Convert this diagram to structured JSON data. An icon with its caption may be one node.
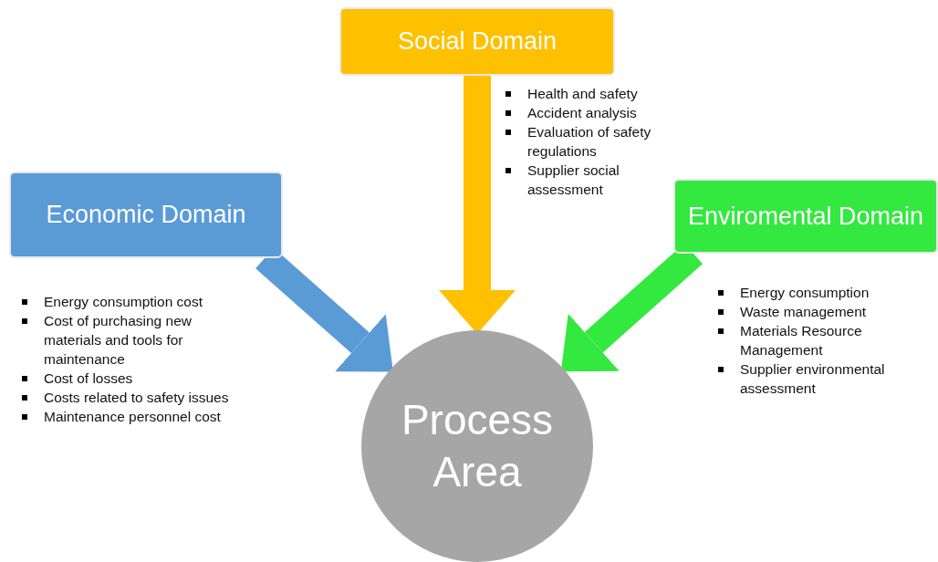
{
  "diagram": {
    "nodes": [
      {
        "text": [
          "Economic Domain"
        ],
        "beside": [
          "Energy consumption cost",
          "Cost of purchasing new materials and tools for maintenance",
          "Cost of losses",
          "Costs related to safety issues",
          "Maintenance personnel cost"
        ]
      },
      {
        "text": [
          "Social Domain"
        ],
        "beside": [
          "Health and safety",
          "Accident analysis",
          "Evaluation of safety regulations",
          "Supplier social  assessment"
        ]
      },
      {
        "text": [
          "Enviromental Domain"
        ],
        "beside": [
          "Energy consumption",
          "Waste management",
          "Materials Resource Management",
          "Supplier environmental assessment"
        ]
      },
      {
        "text": [
          "Process Area"
        ]
      }
    ],
    "edges": [
      {
        "from": 0,
        "to": 3,
        "arrow": "to",
        "color": "#5b9bd5"
      },
      {
        "from": 1,
        "to": 3,
        "arrow": "to",
        "color": "#ffc000"
      },
      {
        "from": 2,
        "to": 3,
        "arrow": "to",
        "color": "#33e83f"
      }
    ]
  }
}
